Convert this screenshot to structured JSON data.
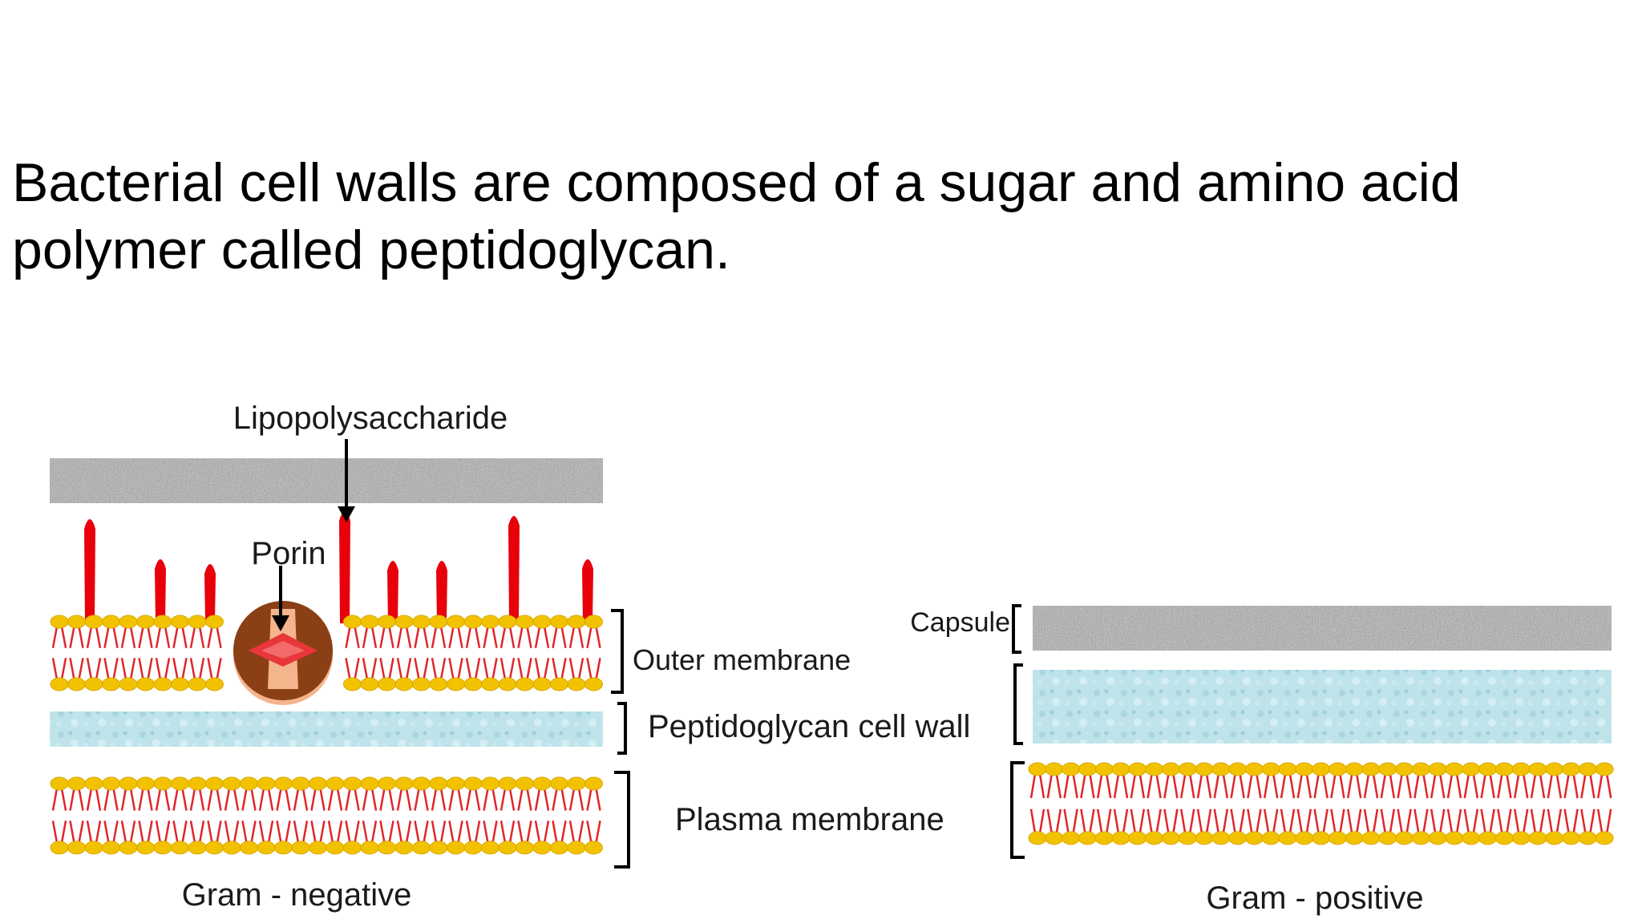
{
  "heading": {
    "line1": "Bacterial cell walls are composed of a sugar and amino acid",
    "line2": "polymer called peptidoglycan."
  },
  "gram_negative": {
    "caption": "Gram - negative",
    "labels": {
      "lipopolysaccharide": "Lipopolysaccharide",
      "porin": "Porin",
      "outer_membrane": "Outer membrane",
      "peptidoglycan": "Peptidoglycan cell wall",
      "plasma_membrane": "Plasma membrane"
    }
  },
  "gram_positive": {
    "caption": "Gram - positive",
    "labels": {
      "capsule": "Capsule"
    }
  },
  "colors": {
    "capsule": "#b0b0b0",
    "peptidoglycan": "#bfe3ea",
    "lipid_head": "#f2c200",
    "lipid_tail": "#e0262b",
    "lps": "#e8000b",
    "porin_outer": "#8a3f14",
    "porin_inner": "#f4b48c",
    "porin_core": "#e8363b",
    "text": "#1a1a1a"
  }
}
